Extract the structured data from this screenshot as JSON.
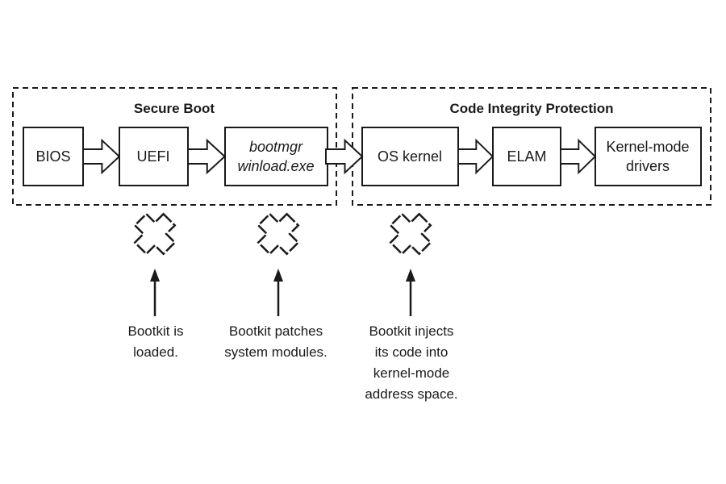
{
  "groups": {
    "secure_boot": {
      "title": "Secure Boot"
    },
    "code_integrity": {
      "title": "Code Integrity Protection"
    }
  },
  "boxes": {
    "bios": {
      "lines": [
        "BIOS"
      ]
    },
    "uefi": {
      "lines": [
        "UEFI"
      ]
    },
    "bootmgr": {
      "lines": [
        "bootmgr",
        "winload.exe"
      ]
    },
    "os_kernel": {
      "lines": [
        "OS kernel"
      ]
    },
    "elam": {
      "lines": [
        "ELAM"
      ]
    },
    "kernel_drivers": {
      "lines": [
        "Kernel-mode",
        "drivers"
      ]
    }
  },
  "annotations": {
    "bootkit_loaded": {
      "lines": [
        "Bootkit is",
        "loaded."
      ],
      "icon": "broken-cross-icon"
    },
    "bootkit_patches": {
      "lines": [
        "Bootkit patches",
        "system modules."
      ],
      "icon": "broken-cross-icon"
    },
    "bootkit_injects": {
      "lines": [
        "Bootkit injects",
        "its code into",
        "kernel-mode",
        "address space."
      ],
      "icon": "broken-cross-icon"
    }
  }
}
